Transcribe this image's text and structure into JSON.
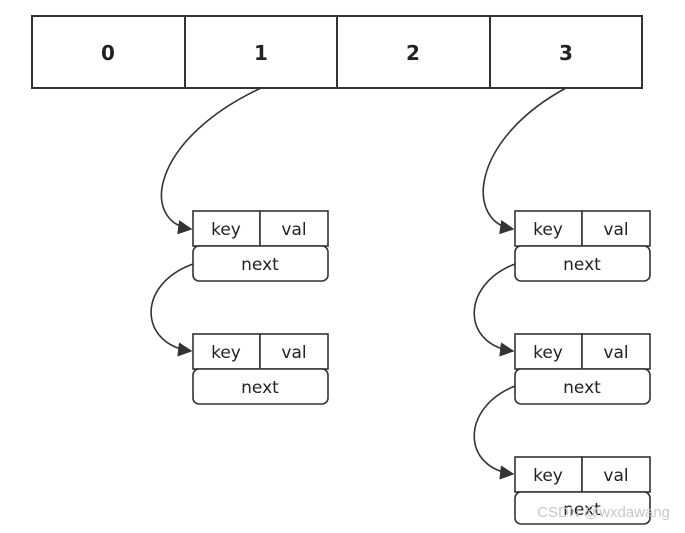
{
  "array": {
    "cells": [
      "0",
      "1",
      "2",
      "3"
    ]
  },
  "node": {
    "key_label": "key",
    "val_label": "val",
    "next_label": "next"
  },
  "chains": [
    {
      "bucket": "1",
      "length": 2
    },
    {
      "bucket": "3",
      "length": 3
    }
  ],
  "watermark": {
    "text": "CSDN @wxdawang"
  },
  "colors": {
    "stroke": "#333333",
    "text": "#222222",
    "watermark": "#c8c8c8"
  }
}
